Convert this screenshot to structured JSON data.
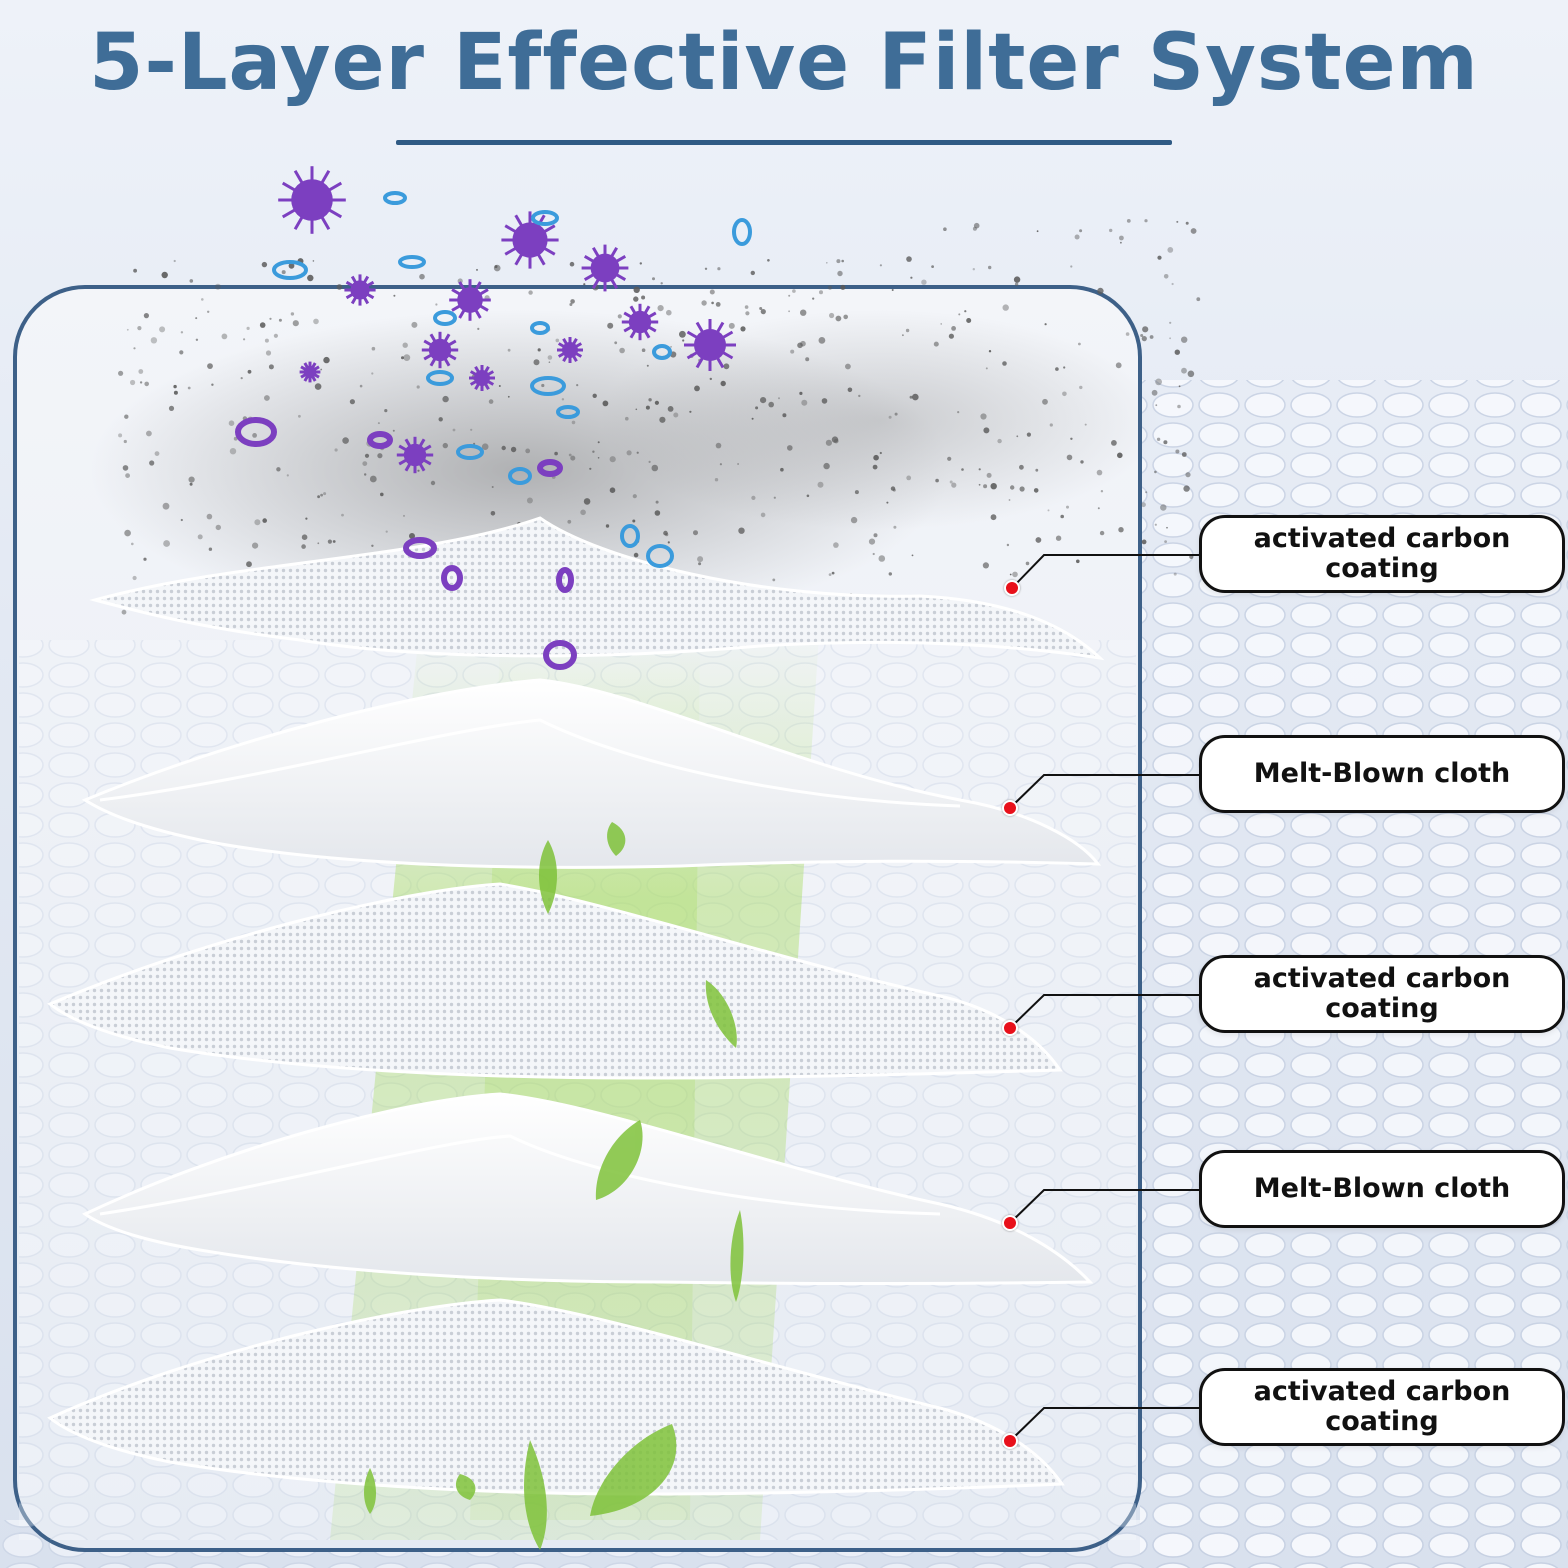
{
  "title": "5-Layer Effective Filter System",
  "colors": {
    "title": "#3f6d97",
    "frame": "#3d6088",
    "leader_dot": "#e8101a",
    "dust": "#5a5a5a",
    "virus": "#7c3fc0",
    "droplet": "#3b9bdc",
    "leaf": "#7fc23a"
  },
  "layers": [
    {
      "label": "activated carbon coating",
      "icon": "carbon-mesh-layer-icon"
    },
    {
      "label": "Melt-Blown cloth",
      "icon": "meltblown-layer-icon"
    },
    {
      "label": "activated carbon coating",
      "icon": "carbon-mesh-layer-icon"
    },
    {
      "label": "Melt-Blown cloth",
      "icon": "meltblown-layer-icon"
    },
    {
      "label": "activated carbon coating",
      "icon": "carbon-mesh-layer-icon"
    }
  ],
  "decorations": [
    "dust-particles-icon",
    "virus-icon",
    "droplet-icon",
    "leaf-icon",
    "green-airflow-icon"
  ]
}
